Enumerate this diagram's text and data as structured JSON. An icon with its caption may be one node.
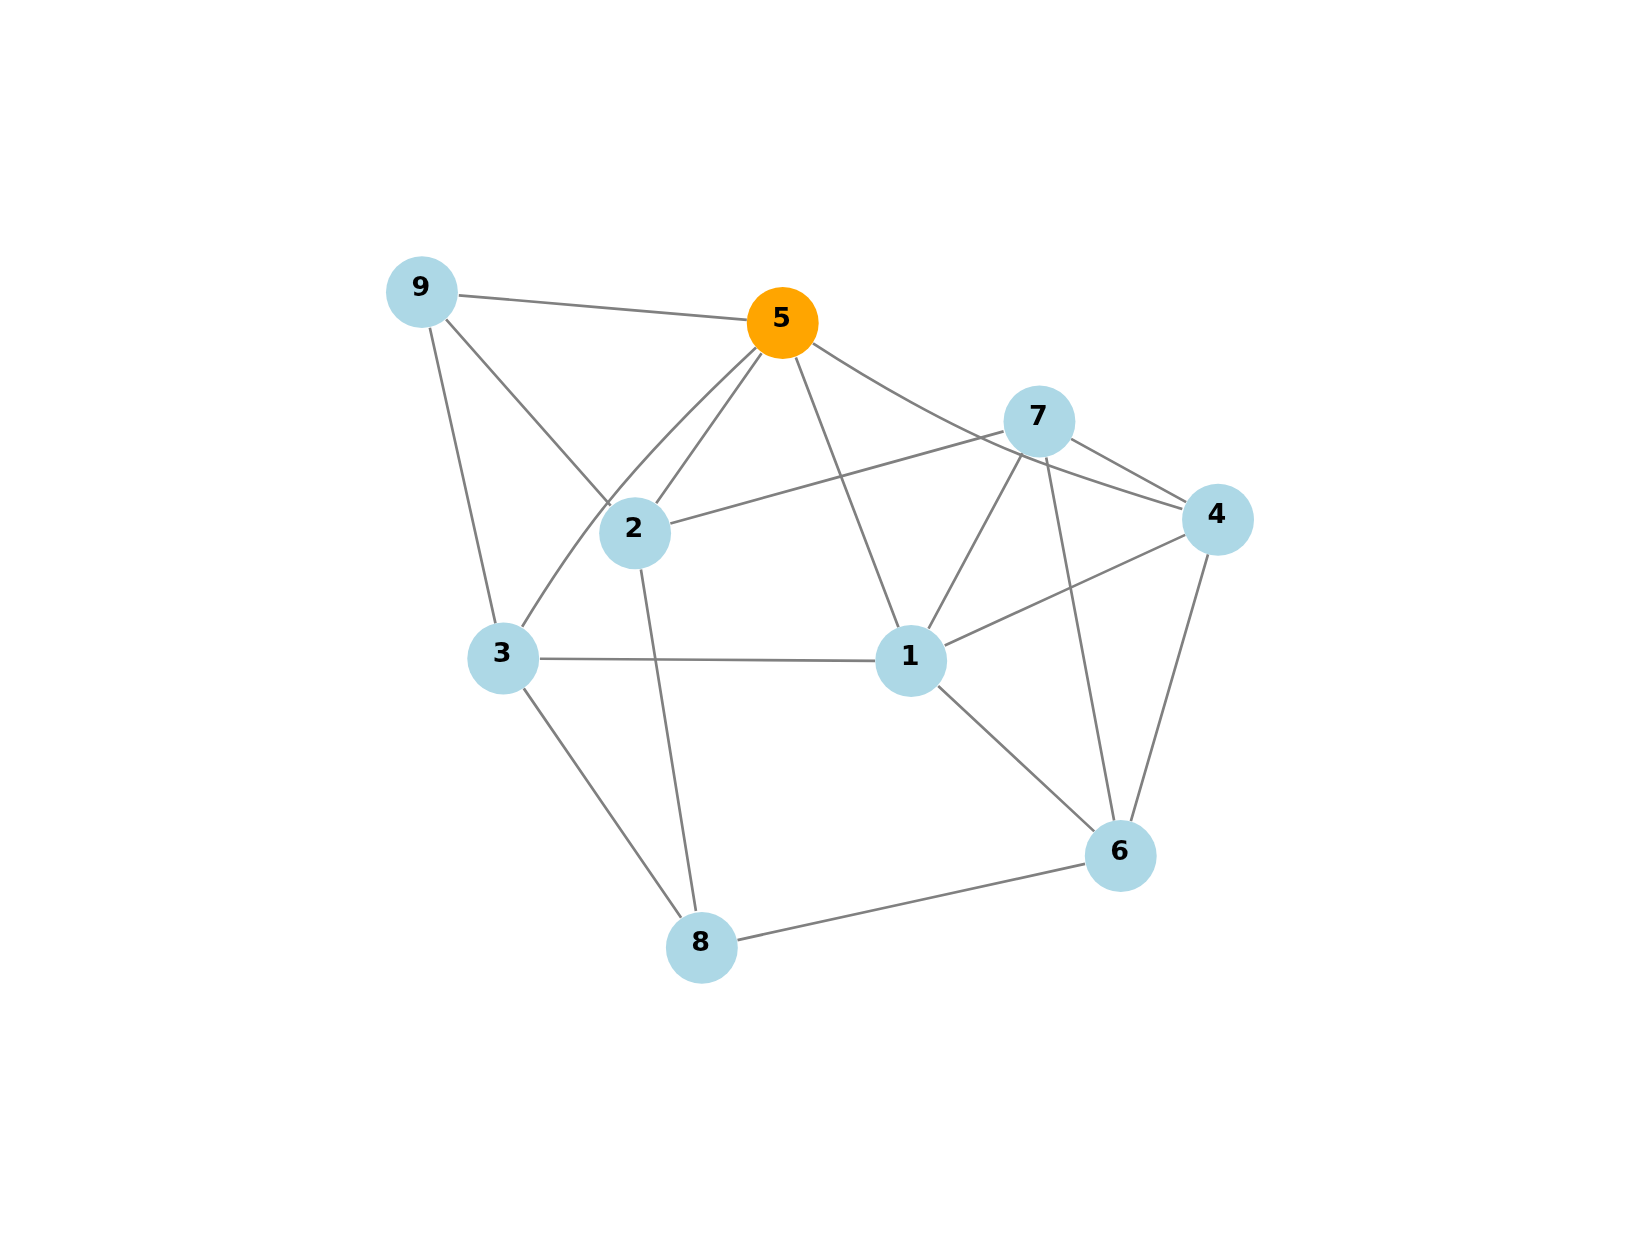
{
  "diagram": {
    "nodes": [
      {
        "text": [
          "4"
        ]
      },
      {
        "text": [
          "6"
        ]
      },
      {
        "text": [
          "1"
        ]
      },
      {
        "text": [
          "3"
        ]
      },
      {
        "text": [
          "7"
        ]
      },
      {
        "text": [
          "8"
        ]
      },
      {
        "text": [
          "5"
        ]
      },
      {
        "text": [
          "9"
        ]
      },
      {
        "text": [
          "2"
        ]
      }
    ],
    "edges": [
      {
        "from": 0,
        "to": 1,
        "arrow": "none"
      },
      {
        "from": 0,
        "to": 2,
        "arrow": "none"
      },
      {
        "from": 0,
        "to": 4,
        "arrow": "none"
      },
      {
        "from": 0,
        "to": 6,
        "arrow": "none"
      },
      {
        "from": 1,
        "to": 2,
        "arrow": "none"
      },
      {
        "from": 1,
        "to": 4,
        "arrow": "none"
      },
      {
        "from": 1,
        "to": 5,
        "arrow": "none"
      },
      {
        "from": 2,
        "to": 4,
        "arrow": "none"
      },
      {
        "from": 2,
        "to": 6,
        "arrow": "none"
      },
      {
        "from": 2,
        "to": 3,
        "arrow": "none"
      },
      {
        "from": 3,
        "to": 5,
        "arrow": "none"
      },
      {
        "from": 3,
        "to": 6,
        "arrow": "none"
      },
      {
        "from": 3,
        "to": 7,
        "arrow": "none"
      },
      {
        "from": 4,
        "to": 8,
        "arrow": "none"
      },
      {
        "from": 5,
        "to": 8,
        "arrow": "none"
      },
      {
        "from": 6,
        "to": 8,
        "arrow": "none"
      },
      {
        "from": 6,
        "to": 7,
        "arrow": "none"
      },
      {
        "from": 8,
        "to": 7,
        "arrow": "none"
      }
    ]
  }
}
